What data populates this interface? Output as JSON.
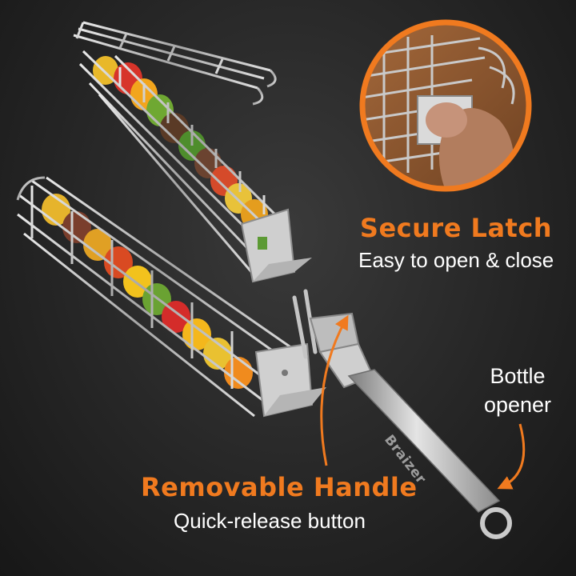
{
  "colors": {
    "accent": "#f07a1f",
    "text": "#ffffff",
    "background": "#262626",
    "steel": "#c8c8c8"
  },
  "callouts": {
    "latch": {
      "title": "Secure Latch",
      "subtitle": "Easy to open & close"
    },
    "handle": {
      "title": "Removable Handle",
      "subtitle": "Quick-release button"
    },
    "bottle": {
      "line1": "Bottle",
      "line2": "opener"
    }
  },
  "brand": {
    "name": "Braizer"
  }
}
